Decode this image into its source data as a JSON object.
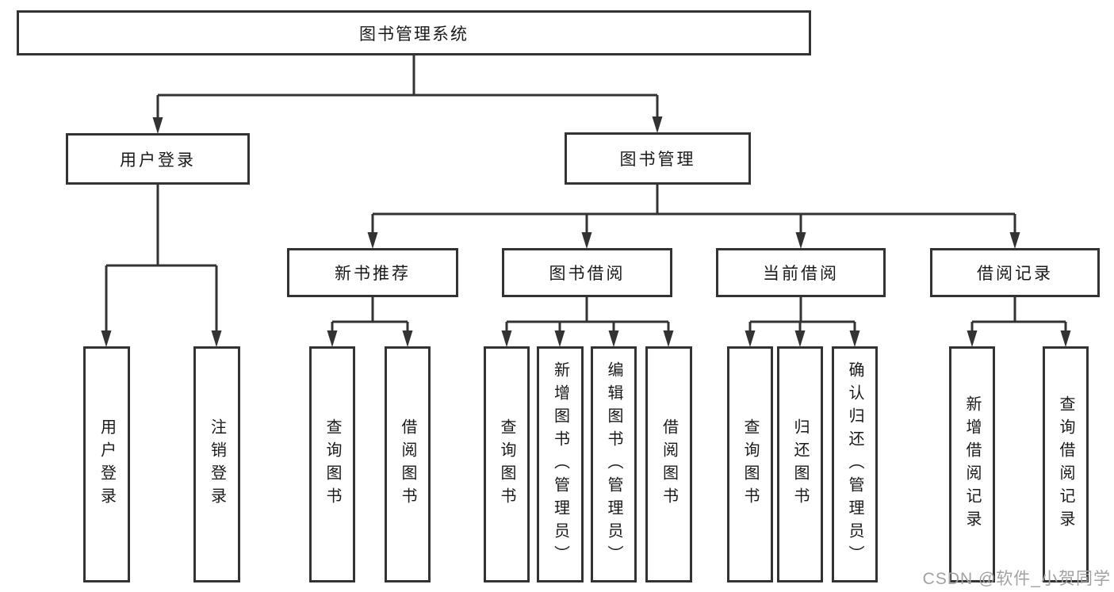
{
  "diagram_title": "图书管理系统",
  "tree": {
    "root": {
      "label": "图书管理系统"
    },
    "branches": [
      {
        "label": "用户登录",
        "children": [
          {
            "label": "用户登录"
          },
          {
            "label": "注销登录"
          }
        ]
      },
      {
        "label": "图书管理",
        "children": [
          {
            "label": "新书推荐",
            "children": [
              {
                "label": "查询图书"
              },
              {
                "label": "借阅图书"
              }
            ]
          },
          {
            "label": "图书借阅",
            "children": [
              {
                "label": "查询图书"
              },
              {
                "label": "新增图书（管理员）"
              },
              {
                "label": "编辑图书（管理员）"
              },
              {
                "label": "借阅图书"
              }
            ]
          },
          {
            "label": "当前借阅",
            "children": [
              {
                "label": "查询图书"
              },
              {
                "label": "归还图书"
              },
              {
                "label": "确认归还（管理员）"
              }
            ]
          },
          {
            "label": "借阅记录",
            "children": [
              {
                "label": "新增借阅记录"
              },
              {
                "label": "查询借阅记录"
              }
            ]
          }
        ]
      }
    ]
  },
  "watermark": {
    "text": "CSDN @软件_小贺同学"
  },
  "colors": {
    "line": "#333333",
    "box_border": "#333333",
    "box_fill": "#ffffff",
    "text": "#1a1a1a",
    "watermark": "#a2a2a2",
    "background": "#ffffff"
  }
}
